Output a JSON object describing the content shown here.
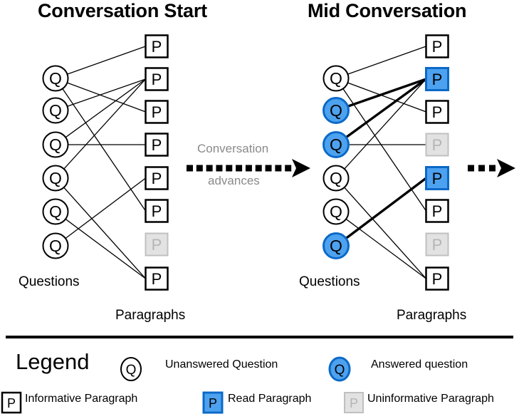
{
  "colors": {
    "blue": "#4da2f0",
    "blue_stroke": "#0b69c7",
    "gray_fill": "#e2e2e2",
    "gray_stroke": "#c0c0c0",
    "gray_text": "#b5b5b5",
    "arrow_gray": "#8a8a8a",
    "black": "#000000",
    "white": "#ffffff"
  },
  "panels": [
    {
      "id": "conversation-start",
      "title": "Conversation Start",
      "questions_label": "Questions",
      "paragraphs_label": "Paragraphs",
      "questions": [
        {
          "id": "q1",
          "label": "Q",
          "state": "unanswered"
        },
        {
          "id": "q2",
          "label": "Q",
          "state": "unanswered"
        },
        {
          "id": "q3",
          "label": "Q",
          "state": "unanswered"
        },
        {
          "id": "q4",
          "label": "Q",
          "state": "unanswered"
        },
        {
          "id": "q5",
          "label": "Q",
          "state": "unanswered"
        },
        {
          "id": "q6",
          "label": "Q",
          "state": "unanswered"
        }
      ],
      "paragraphs": [
        {
          "id": "p1",
          "label": "P",
          "state": "informative"
        },
        {
          "id": "p2",
          "label": "P",
          "state": "informative"
        },
        {
          "id": "p3",
          "label": "P",
          "state": "informative"
        },
        {
          "id": "p4",
          "label": "P",
          "state": "informative"
        },
        {
          "id": "p5",
          "label": "P",
          "state": "informative"
        },
        {
          "id": "p6",
          "label": "P",
          "state": "informative"
        },
        {
          "id": "p7",
          "label": "P",
          "state": "uninformative"
        },
        {
          "id": "p8",
          "label": "P",
          "state": "informative"
        }
      ],
      "edges": [
        {
          "q": 1,
          "p": 1,
          "weight": "thin"
        },
        {
          "q": 1,
          "p": 3,
          "weight": "thin"
        },
        {
          "q": 1,
          "p": 6,
          "weight": "thin"
        },
        {
          "q": 2,
          "p": 2,
          "weight": "thin"
        },
        {
          "q": 3,
          "p": 2,
          "weight": "thin"
        },
        {
          "q": 3,
          "p": 4,
          "weight": "thin"
        },
        {
          "q": 4,
          "p": 2,
          "weight": "thin"
        },
        {
          "q": 4,
          "p": 8,
          "weight": "thin"
        },
        {
          "q": 5,
          "p": 8,
          "weight": "thin"
        },
        {
          "q": 6,
          "p": 5,
          "weight": "thin"
        }
      ]
    },
    {
      "id": "mid-conversation",
      "title": "Mid Conversation",
      "questions_label": "Questions",
      "paragraphs_label": "Paragraphs",
      "questions": [
        {
          "id": "q1",
          "label": "Q",
          "state": "unanswered"
        },
        {
          "id": "q2",
          "label": "Q",
          "state": "answered"
        },
        {
          "id": "q3",
          "label": "Q",
          "state": "answered"
        },
        {
          "id": "q4",
          "label": "Q",
          "state": "unanswered"
        },
        {
          "id": "q5",
          "label": "Q",
          "state": "unanswered"
        },
        {
          "id": "q6",
          "label": "Q",
          "state": "answered"
        }
      ],
      "paragraphs": [
        {
          "id": "p1",
          "label": "P",
          "state": "informative"
        },
        {
          "id": "p2",
          "label": "P",
          "state": "read"
        },
        {
          "id": "p3",
          "label": "P",
          "state": "informative"
        },
        {
          "id": "p4",
          "label": "P",
          "state": "uninformative"
        },
        {
          "id": "p5",
          "label": "P",
          "state": "read"
        },
        {
          "id": "p6",
          "label": "P",
          "state": "informative"
        },
        {
          "id": "p7",
          "label": "P",
          "state": "uninformative"
        },
        {
          "id": "p8",
          "label": "P",
          "state": "informative"
        }
      ],
      "edges": [
        {
          "q": 1,
          "p": 1,
          "weight": "thin"
        },
        {
          "q": 1,
          "p": 3,
          "weight": "thin"
        },
        {
          "q": 1,
          "p": 6,
          "weight": "thin"
        },
        {
          "q": 2,
          "p": 2,
          "weight": "thick"
        },
        {
          "q": 3,
          "p": 2,
          "weight": "thick"
        },
        {
          "q": 3,
          "p": 4,
          "weight": "thin"
        },
        {
          "q": 4,
          "p": 2,
          "weight": "thin"
        },
        {
          "q": 4,
          "p": 8,
          "weight": "thin"
        },
        {
          "q": 5,
          "p": 8,
          "weight": "thin"
        },
        {
          "q": 6,
          "p": 5,
          "weight": "thick"
        }
      ]
    }
  ],
  "transition": {
    "line1": "Conversation",
    "line2": "advances",
    "arrow": "dotted-arrow-right"
  },
  "continuation": {
    "arrow": "dotted-arrow-right"
  },
  "legend": {
    "title": "Legend",
    "items": [
      {
        "glyph": "Q",
        "state": "unanswered",
        "text": "Unanswered Question"
      },
      {
        "glyph": "Q",
        "state": "answered",
        "text": "Answered question"
      },
      {
        "glyph": "P",
        "state": "informative",
        "text": "Informative Paragraph"
      },
      {
        "glyph": "P",
        "state": "read",
        "text": "Read Paragraph"
      },
      {
        "glyph": "P",
        "state": "uninformative",
        "text": "Uninformative Paragraph"
      }
    ]
  }
}
